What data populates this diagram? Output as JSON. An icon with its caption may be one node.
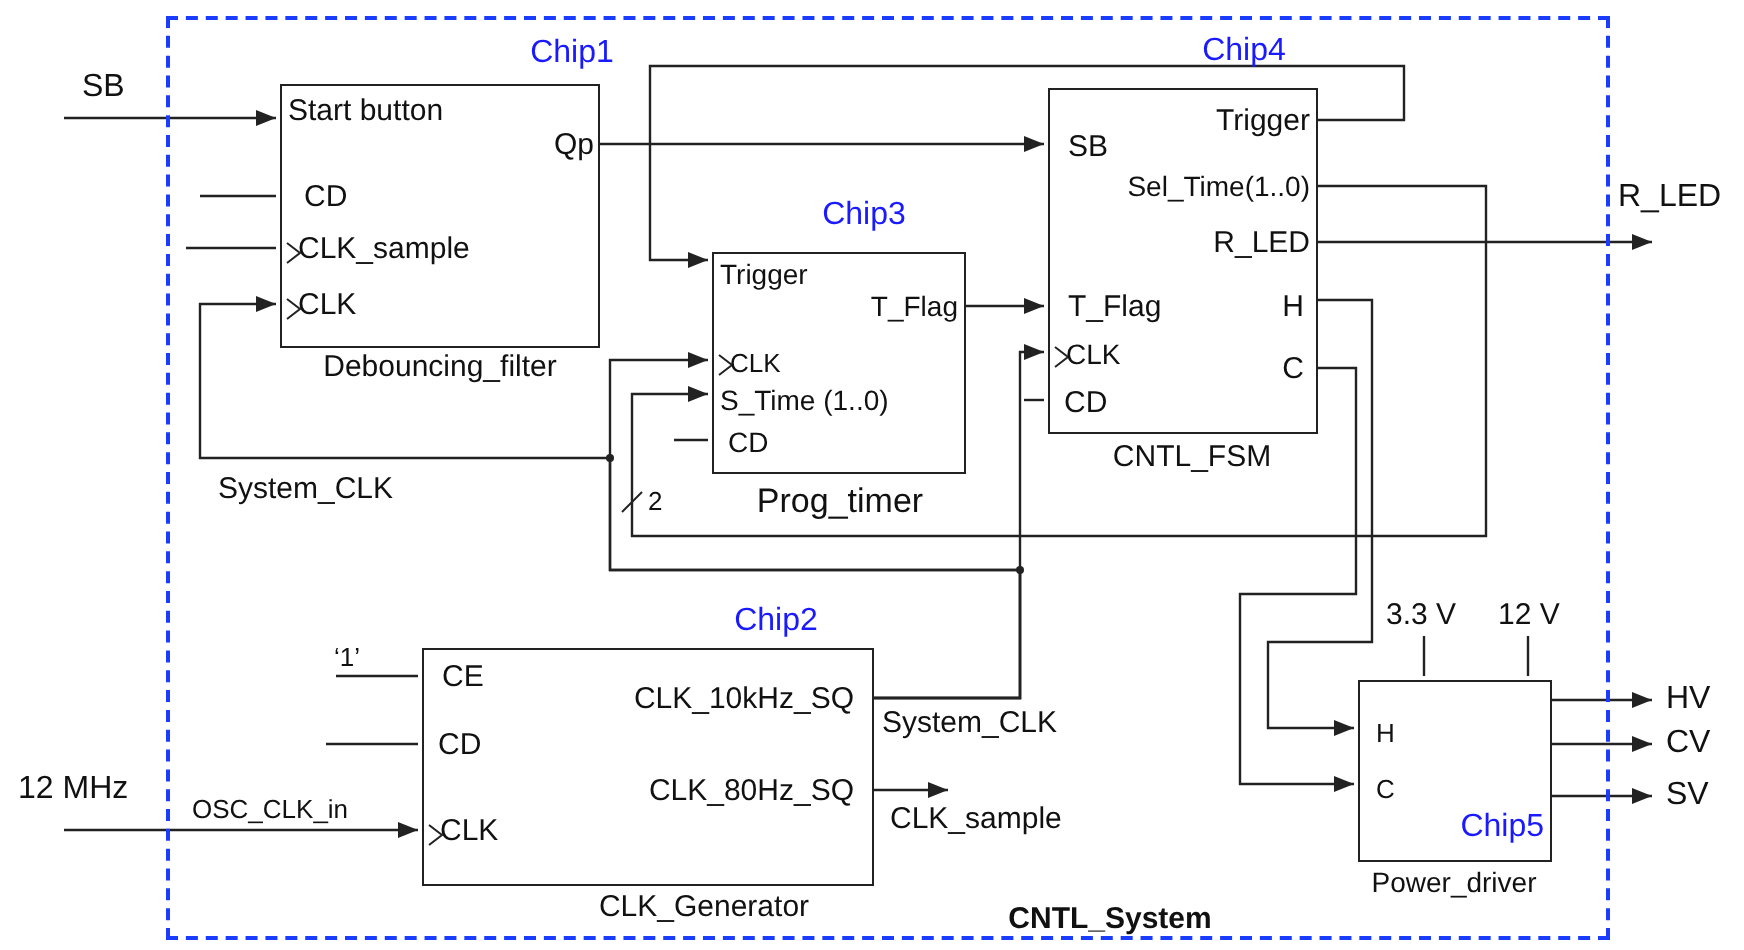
{
  "diagram": {
    "nodes": [
      {
        "text": [
          "CNTL_System"
        ]
      },
      {
        "text": [
          "Chip1",
          "Start button",
          "Qp",
          "CD",
          "CLK_sample",
          "CLK",
          "Debouncing_filter"
        ],
        "in": 0
      },
      {
        "text": [
          "Chip3",
          "Trigger",
          "T_Flag",
          "CLK",
          "S_Time (1..0)",
          "CD",
          "Prog_timer"
        ],
        "in": 0
      },
      {
        "text": [
          "Chip4",
          "SB",
          "Trigger",
          "Sel_Time(1..0)",
          "R_LED",
          "T_Flag",
          "H",
          "CLK",
          "C",
          "CD",
          "CNTL_FSM"
        ],
        "in": 0
      },
      {
        "text": [
          "Chip2",
          "CE",
          "CLK_10kHz_SQ",
          "CD",
          "CLK_80Hz_SQ",
          "CLK",
          "CLK_Generator"
        ],
        "in": 0
      },
      {
        "text": [
          "H",
          "C",
          "Chip5",
          "Power_driver"
        ],
        "in": 0
      }
    ],
    "edges": [
      {
        "from": null,
        "to": 1,
        "arrow": "to",
        "label": "SB"
      },
      {
        "from": null,
        "to": 1,
        "arrow": "none"
      },
      {
        "from": null,
        "to": 1,
        "arrow": "none"
      },
      {
        "from": 1,
        "to": 3,
        "arrow": "to"
      },
      {
        "from": 3,
        "to": 2,
        "arrow": "to"
      },
      {
        "from": 2,
        "to": 3,
        "arrow": "to"
      },
      {
        "from": null,
        "to": 2,
        "arrow": "none"
      },
      {
        "from": 3,
        "to": 2,
        "arrow": "to",
        "label": "2"
      },
      {
        "from": null,
        "to": 3,
        "arrow": "none"
      },
      {
        "from": 3,
        "to": null,
        "arrow": "to",
        "label": "R_LED"
      },
      {
        "from": 3,
        "to": 5,
        "arrow": "to"
      },
      {
        "from": 3,
        "to": 5,
        "arrow": "to"
      },
      {
        "from": 4,
        "to": 1,
        "arrow": "to",
        "label": "System_CLK"
      },
      {
        "from": 4,
        "to": 2,
        "arrow": "to"
      },
      {
        "from": 4,
        "to": 3,
        "arrow": "to",
        "label": "System_CLK"
      },
      {
        "from": null,
        "to": 4,
        "arrow": "none",
        "label": "‘1’"
      },
      {
        "from": null,
        "to": 4,
        "arrow": "none"
      },
      {
        "from": null,
        "to": 4,
        "arrow": "to",
        "label": "OSC_CLK_in"
      },
      {
        "from": 4,
        "to": null,
        "arrow": "to",
        "label": "CLK_sample"
      },
      {
        "from": null,
        "to": 5,
        "arrow": "none",
        "label": "3.3 V"
      },
      {
        "from": null,
        "to": 5,
        "arrow": "none",
        "label": "12 V"
      },
      {
        "from": 5,
        "to": null,
        "arrow": "to",
        "label": "HV"
      },
      {
        "from": 5,
        "to": null,
        "arrow": "to",
        "label": "CV"
      },
      {
        "from": 5,
        "to": null,
        "arrow": "to",
        "label": "SV"
      }
    ],
    "labels": [
      "12 MHz"
    ]
  }
}
